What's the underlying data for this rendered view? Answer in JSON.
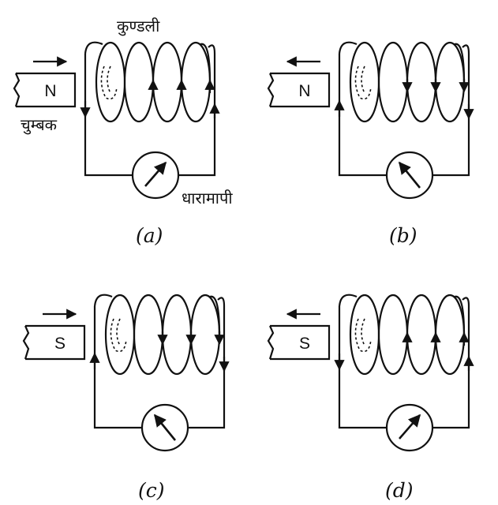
{
  "labels": {
    "coil": "कुण्डली",
    "magnet": "चुम्बक",
    "galvanometer": "धारामापी"
  },
  "panels": [
    {
      "id": "a",
      "caption": "(a)",
      "pole": "N",
      "magnet_motion": "toward-coil",
      "coil_arrows": "up",
      "needle": "right"
    },
    {
      "id": "b",
      "caption": "(b)",
      "pole": "N",
      "magnet_motion": "away-from-coil",
      "coil_arrows": "down",
      "needle": "left"
    },
    {
      "id": "c",
      "caption": "(c)",
      "pole": "S",
      "magnet_motion": "toward-coil",
      "coil_arrows": "down",
      "needle": "left"
    },
    {
      "id": "d",
      "caption": "(d)",
      "pole": "S",
      "magnet_motion": "away-from-coil",
      "coil_arrows": "up",
      "needle": "right"
    }
  ],
  "colors": {
    "ink": "#111111",
    "paper": "#ffffff"
  }
}
